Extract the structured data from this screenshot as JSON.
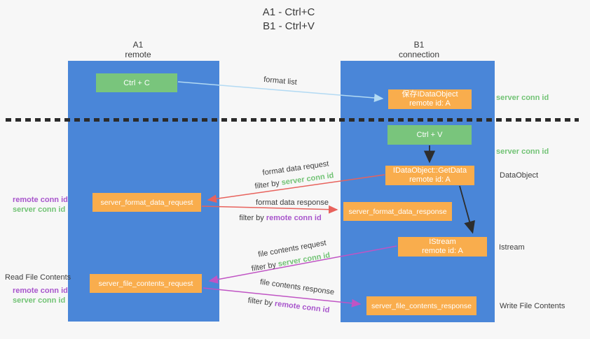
{
  "title": {
    "line1": "A1 - Ctrl+C",
    "line2": "B1 - Ctrl+V"
  },
  "lanes": {
    "left": {
      "name": "A1",
      "subtitle": "remote"
    },
    "right": {
      "name": "B1",
      "subtitle": "connection"
    }
  },
  "nodes": {
    "ctrl_c": {
      "label": "Ctrl + C"
    },
    "ctrl_v": {
      "label": "Ctrl + V"
    },
    "save_idataobject": {
      "line1": "保存IDataObject",
      "line2": "remote id: A"
    },
    "getdata": {
      "line1": "IDataObject::GetData",
      "line2": "remote id: A"
    },
    "istream": {
      "line1": "IStream",
      "line2": "remote id: A"
    },
    "server_format_data_request": {
      "label": "server_format_data_request"
    },
    "server_format_data_response": {
      "label": "server_format_data_response"
    },
    "server_file_contents_request": {
      "label": "server_file_contents_request"
    },
    "server_file_contents_response": {
      "label": "server_file_contents_response"
    }
  },
  "arrows": {
    "format_list": {
      "label": "format list"
    },
    "format_data_request": {
      "label": "format data request",
      "filter_prefix": "filter by ",
      "filter_key": "server conn id"
    },
    "format_data_response": {
      "label": "format data response",
      "filter_prefix": "filter by ",
      "filter_key": "remote conn id"
    },
    "file_contents_request": {
      "label": "file contents request",
      "filter_prefix": "filter by ",
      "filter_key": "server conn id"
    },
    "file_contents_response": {
      "label": "file contents response",
      "filter_prefix": "filter by ",
      "filter_key": "remote conn id"
    }
  },
  "side_notes": {
    "right_top_server_conn_id": "server conn id",
    "right_mid_server_conn_id": "server conn id",
    "dataobject": "DataObject",
    "istream": "Istream",
    "write_file_contents": "Write File Contents",
    "read_file_contents": "Read File Contents",
    "left_top": {
      "remote": "remote conn id",
      "server": "server conn id"
    },
    "left_bottom": {
      "remote": "remote conn id",
      "server": "server conn id"
    }
  },
  "colors": {
    "background": "#f7f7f7",
    "lane_fill": "#4a86d8",
    "green_node": "#79c57c",
    "orange_node": "#f9ad4d",
    "green_text": "#72c375",
    "purple_text": "#a855cc",
    "red_arrow": "#e8625c",
    "magenta_arrow": "#c054c4",
    "blue_arrow": "#b3daf3",
    "black_arrow": "#2d2d2d",
    "divider": "#2b2b2b",
    "text": "#3d3d3d"
  }
}
